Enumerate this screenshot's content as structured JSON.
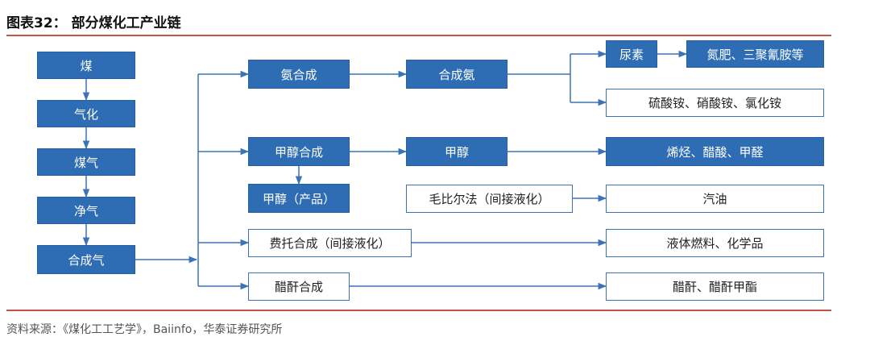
{
  "title": "图表32：  部分煤化工产业链",
  "source": "资料来源：《煤化工工艺学》，Baiinfo，华泰证券研究所",
  "colors": {
    "box_blue": "#2e6db4",
    "line_blue": "#3b73b8",
    "rule_red": "#c9504b"
  },
  "nodes": {
    "coal": "煤",
    "gasification": "气化",
    "coal_gas": "煤气",
    "clean_gas": "净气",
    "syngas": "合成气",
    "ammonia_synthesis": "氨合成",
    "synthetic_ammonia": "合成氨",
    "urea": "尿素",
    "urea_products": "氮肥、三聚氰胺等",
    "ammonium_salts": "硫酸铵、硝酸铵、氯化铵",
    "methanol_synthesis": "甲醇合成",
    "methanol": "甲醇",
    "olefins": "烯烃、醋酸、甲醛",
    "methanol_product": "甲醇（产品）",
    "mobil_process": "毛比尔法（间接液化）",
    "gasoline": "汽油",
    "fischer_tropsch": "费托合成（间接液化）",
    "liquid_fuels": "液体燃料、化学品",
    "anhydride_synthesis": "醋酐合成",
    "anhydride_products": "醋酐、醋酐甲酯"
  }
}
